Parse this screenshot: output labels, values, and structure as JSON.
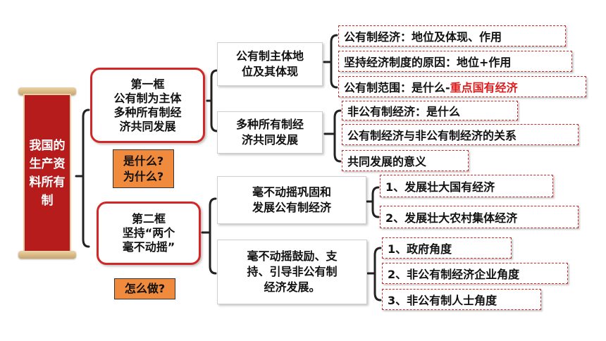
{
  "title": "我国的生产资料所有制",
  "lesson1": {
    "box_lines": [
      "第一框",
      "公有制为主体",
      "多种所有制经",
      "济共同发展"
    ],
    "tag_lines": [
      "是什么?",
      "为什么?"
    ],
    "branch1": {
      "lines": [
        "公有制主体地",
        "位及其体现"
      ],
      "leaves": [
        {
          "text": "公有制经济：地位及体现、作用",
          "highlight": ""
        },
        {
          "text": "坚持经济制度的原因：地位+作用",
          "highlight": ""
        },
        {
          "text": "公有制范围：是什么-",
          "highlight": "重点国有经济"
        }
      ]
    },
    "branch2": {
      "lines": [
        "多种所有制经",
        "济共同发展"
      ],
      "leaves": [
        {
          "text": "非公有制经济：是什么"
        },
        {
          "text": "公有制经济与非公有制经济的关系"
        },
        {
          "text": "共同发展的意义"
        }
      ]
    }
  },
  "lesson2": {
    "box_lines": [
      "第二框",
      "坚持“两个",
      "毫不动摇”"
    ],
    "tag_lines": [
      "怎么做?"
    ],
    "branch1": {
      "lines": [
        "毫不动摇巩固和",
        "发展公有制经济"
      ],
      "leaves": [
        {
          "text": "1、发展壮大国有经济"
        },
        {
          "text": "2、发展壮大农村集体经济"
        }
      ]
    },
    "branch2": {
      "lines": [
        "毫不动摇鼓励、支",
        "持、引导非公有制",
        "经济发展。"
      ],
      "leaves": [
        {
          "text": "1、政府角度"
        },
        {
          "text": "2、非公有制经济企业角度"
        },
        {
          "text": "3、非公有制人士角度"
        }
      ]
    }
  },
  "colors": {
    "accent_red": "#d32626",
    "scroll_red": "#b71c1c",
    "tag_orange": "#f08a3c",
    "bracket": "#222222"
  }
}
